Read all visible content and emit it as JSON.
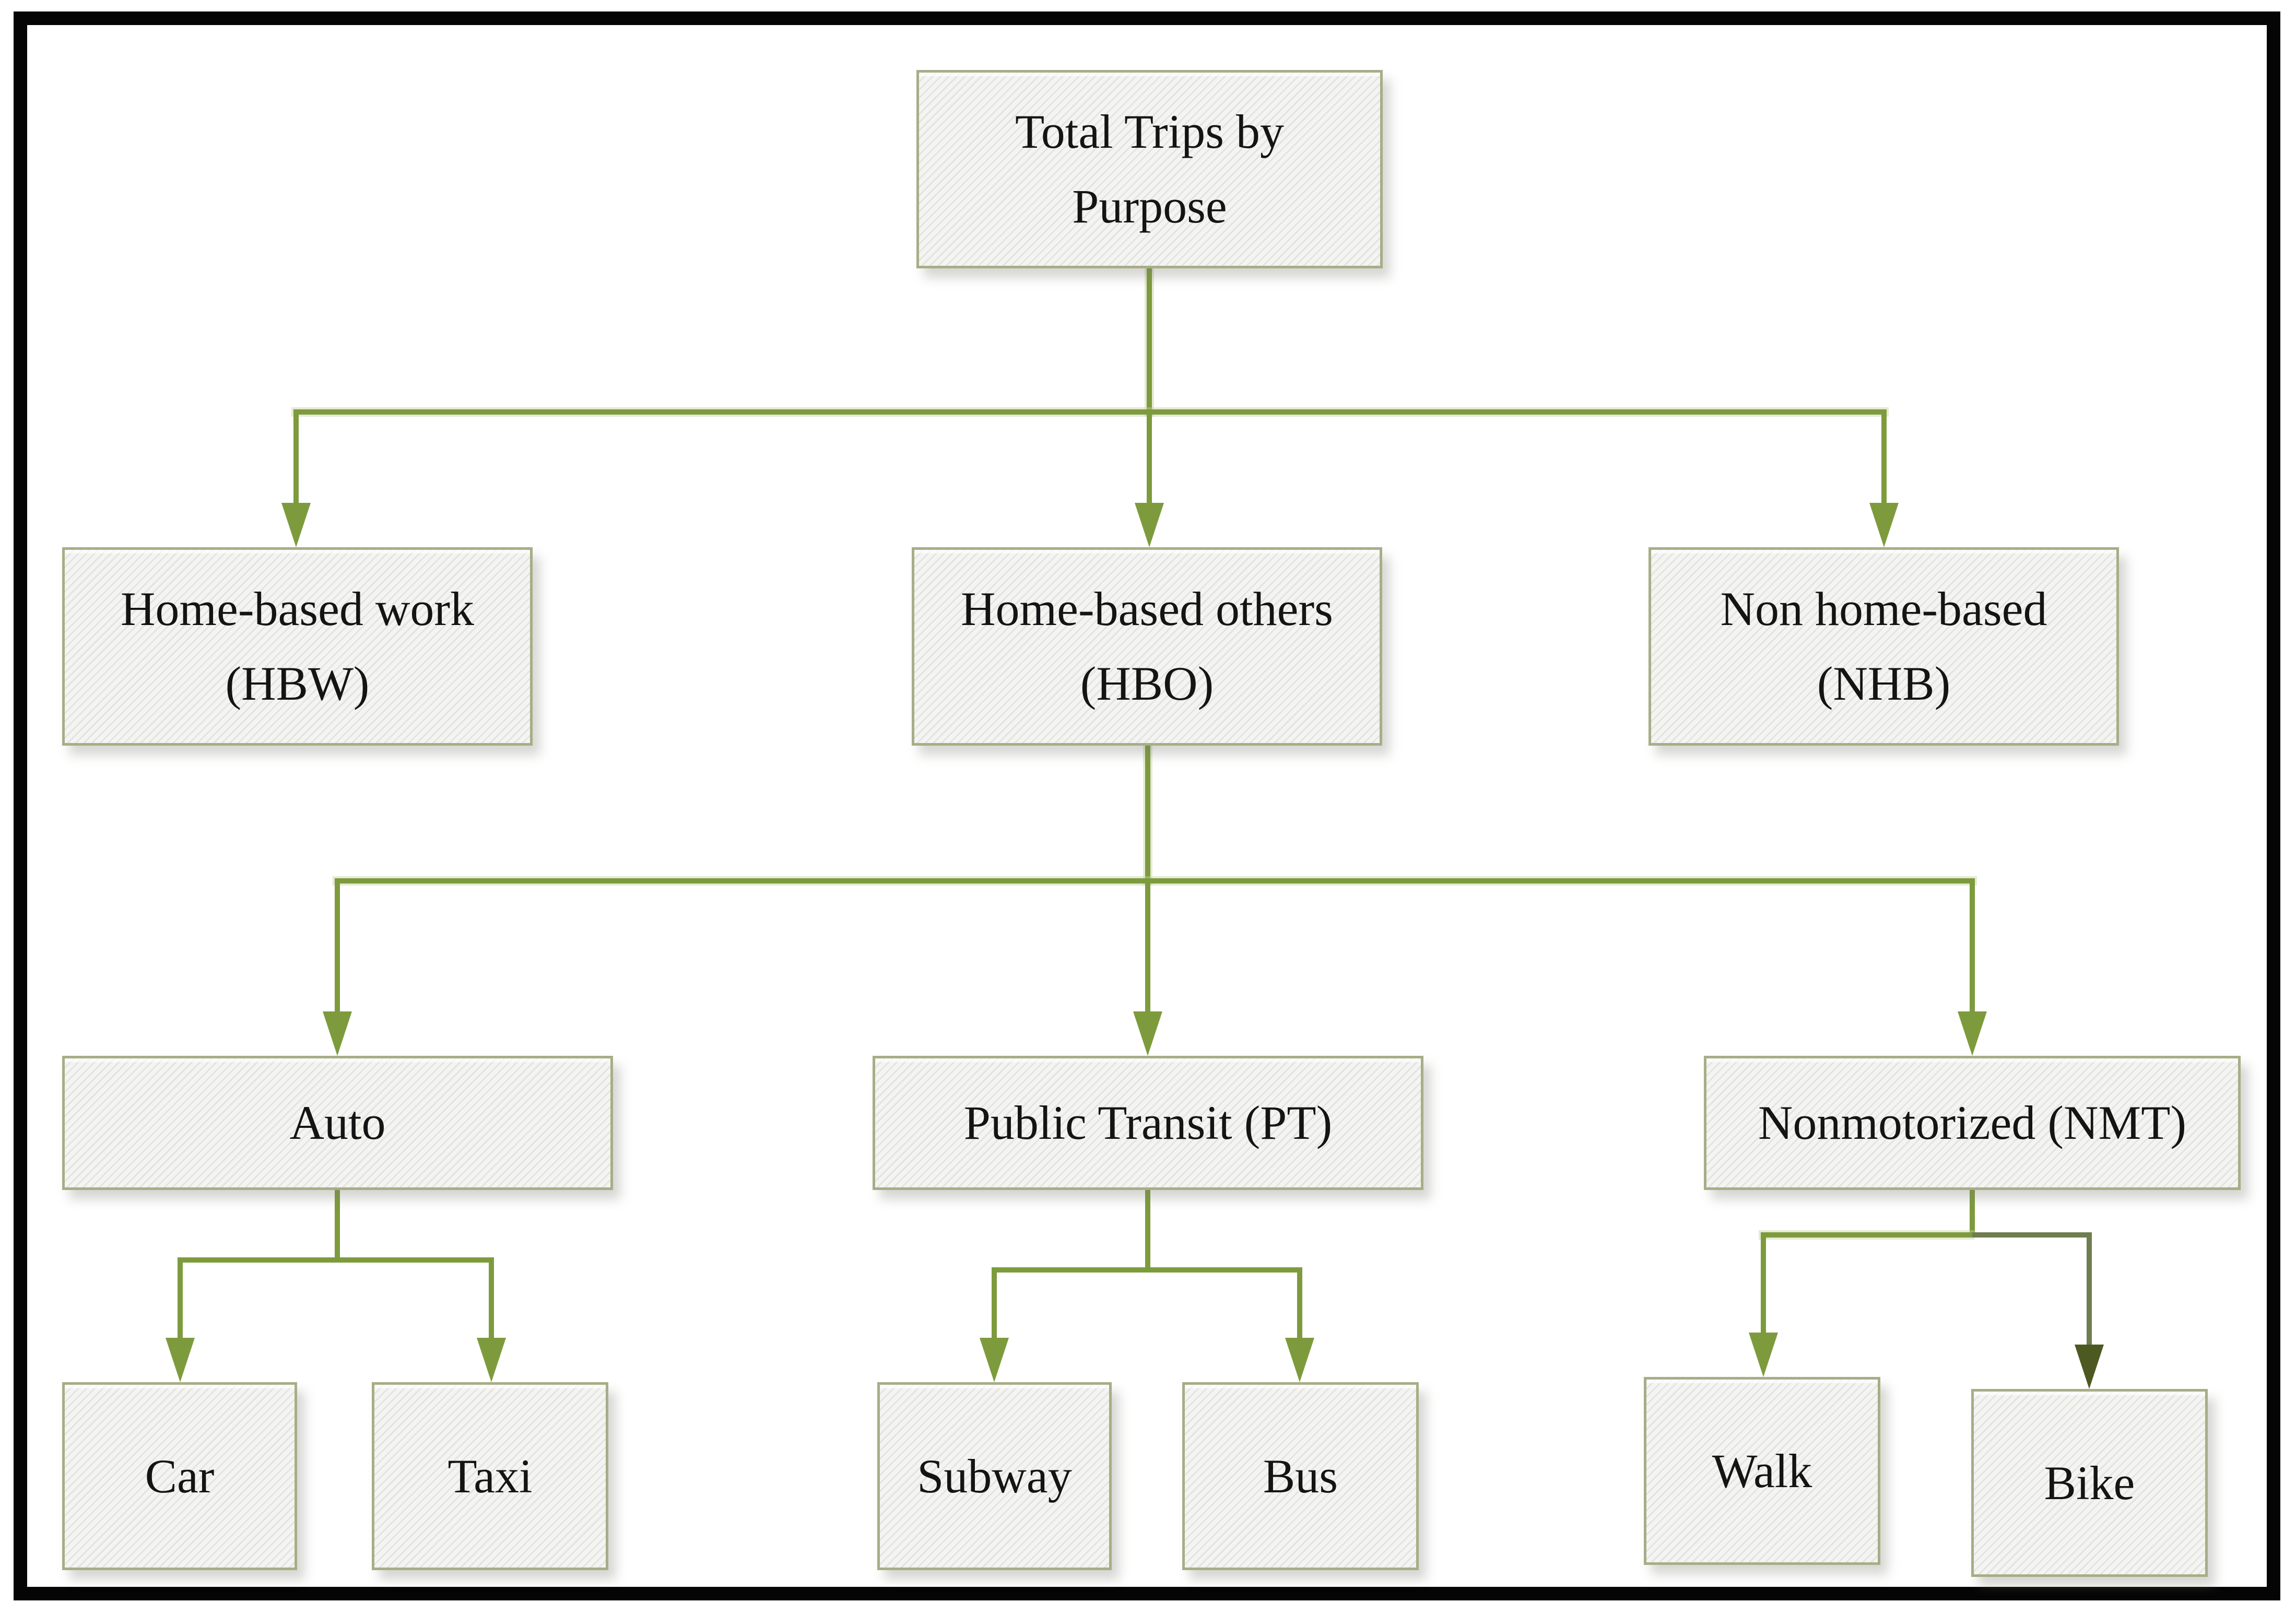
{
  "diagram": {
    "kind": "flowchart-tree",
    "description": "Trip purpose and mode choice hierarchy"
  },
  "nodes": {
    "root": {
      "label": "Total Trips by Purpose",
      "lines": [
        "Total Trips by",
        "Purpose"
      ]
    },
    "hbw": {
      "label": "Home-based work (HBW)",
      "lines": [
        "Home-based work",
        "(HBW)"
      ]
    },
    "hbo": {
      "label": "Home-based others (HBO)",
      "lines": [
        "Home-based others",
        "(HBO)"
      ]
    },
    "nhb": {
      "label": "Non home-based (NHB)",
      "lines": [
        "Non home-based",
        "(NHB)"
      ]
    },
    "auto": {
      "label": "Auto",
      "lines": [
        "Auto"
      ]
    },
    "pt": {
      "label": "Public Transit (PT)",
      "lines": [
        "Public Transit (PT)"
      ]
    },
    "nmt": {
      "label": "Nonmotorized (NMT)",
      "lines": [
        "Nonmotorized (NMT)"
      ]
    },
    "car": {
      "label": "Car",
      "lines": [
        "Car"
      ]
    },
    "taxi": {
      "label": "Taxi",
      "lines": [
        "Taxi"
      ]
    },
    "subway": {
      "label": "Subway",
      "lines": [
        "Subway"
      ]
    },
    "bus": {
      "label": "Bus",
      "lines": [
        "Bus"
      ]
    },
    "walk": {
      "label": "Walk",
      "lines": [
        "Walk"
      ]
    },
    "bike": {
      "label": "Bike",
      "lines": [
        "Bike"
      ]
    }
  },
  "edges": [
    {
      "from": "root",
      "to": "hbw"
    },
    {
      "from": "root",
      "to": "hbo"
    },
    {
      "from": "root",
      "to": "nhb"
    },
    {
      "from": "hbo",
      "to": "auto"
    },
    {
      "from": "hbo",
      "to": "pt"
    },
    {
      "from": "hbo",
      "to": "nmt"
    },
    {
      "from": "auto",
      "to": "car"
    },
    {
      "from": "auto",
      "to": "taxi"
    },
    {
      "from": "pt",
      "to": "subway"
    },
    {
      "from": "pt",
      "to": "bus"
    },
    {
      "from": "nmt",
      "to": "walk"
    },
    {
      "from": "nmt",
      "to": "bike"
    }
  ],
  "colors": {
    "connector": "#7d9b3d",
    "connector_muted": "#6f7d4f",
    "arrowhead_dark": "#4c5a22",
    "box_border": "#a8ad87",
    "box_fill": "#f4f4f2",
    "text": "#141414",
    "outer_frame": "#050505"
  }
}
